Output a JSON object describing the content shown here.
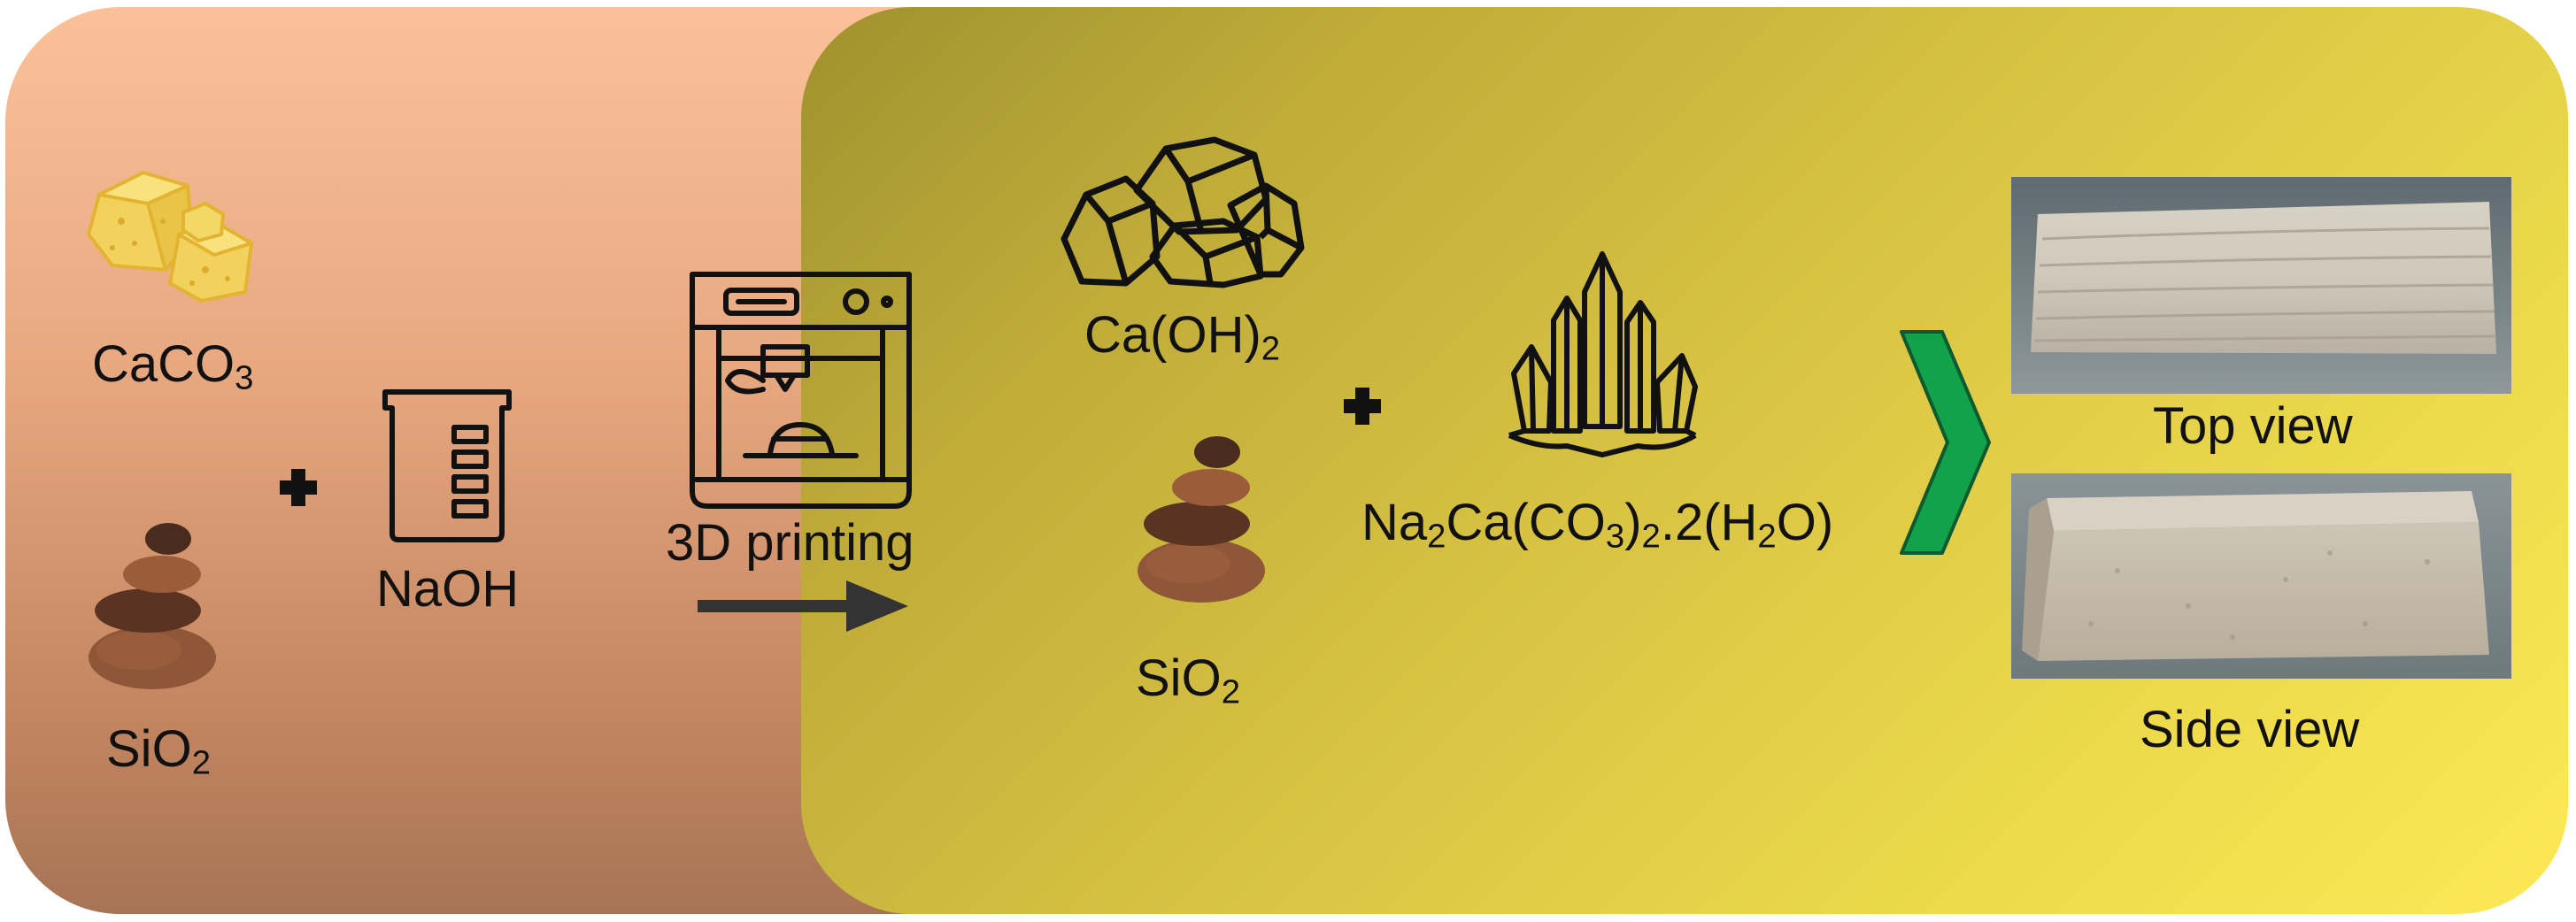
{
  "left_group": {
    "caco3": {
      "main": "CaCO",
      "sub": "3",
      "icon": "crystal-rock-icon"
    },
    "sio2": {
      "main": "SiO",
      "sub": "2",
      "icon": "stacked-stones-icon"
    },
    "naoh": {
      "label": "NaOH",
      "icon": "beaker-icon"
    }
  },
  "process": {
    "label": "3D printing",
    "icon": "3d-printer-icon",
    "arrow": "right-arrow-icon"
  },
  "right_group": {
    "caoh2": {
      "main": "Ca(OH)",
      "sub": "2",
      "icon": "rock-pile-icon"
    },
    "sio2": {
      "main": "SiO",
      "sub": "2",
      "icon": "stacked-stones-icon"
    },
    "product": {
      "p1": "Na",
      "s1": "2",
      "p2": "Ca(CO",
      "s2": "3",
      "p3": ")",
      "s3": "2",
      "p4": ".2(H",
      "s4": "2",
      "p5": "O)",
      "icon": "crystal-cluster-icon"
    }
  },
  "results": {
    "top_label": "Top view",
    "side_label": "Side view",
    "chevron": "chevron-right-icon"
  },
  "colors": {
    "left_panel_top": "#fac199",
    "left_panel_bottom": "#a77455",
    "right_panel_dark": "#a0912e",
    "right_panel_light": "#fce954",
    "chevron": "#12a24a",
    "stone_dark": "#4a2b1e",
    "stone_mid": "#8a5036",
    "caco3_yellow": "#f2d05a"
  }
}
